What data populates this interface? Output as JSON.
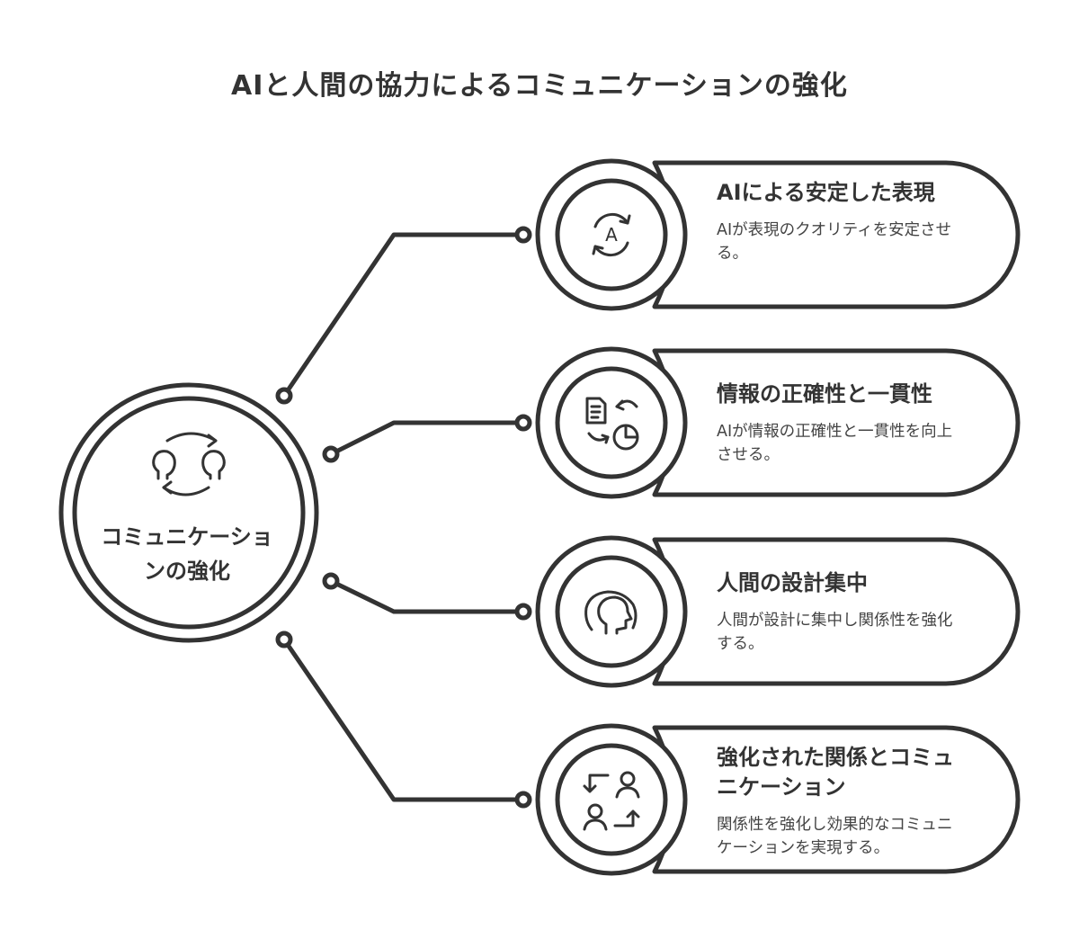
{
  "title": "AIと人間の協力によるコミュニケーションの強化",
  "hub": {
    "label": "コミュニケーションの強化",
    "icon": "two-heads-exchange-icon"
  },
  "items": [
    {
      "title": "AIによる安定した表現",
      "description": "AIが表現のクオリティを安定させる。",
      "icon": "ai-refresh-icon"
    },
    {
      "title": "情報の正確性と一貫性",
      "description": "AIが情報の正確性と一貫性を向上させる。",
      "icon": "document-chart-icon"
    },
    {
      "title": "人間の設計集中",
      "description": "人間が設計に集中し関係性を強化する。",
      "icon": "human-profile-icon"
    },
    {
      "title": "強化された関係とコミュニケーション",
      "description": "関係性を強化し効果的なコミュニケーションを実現する。",
      "icon": "people-exchange-icon"
    }
  ],
  "colors": {
    "stroke": "#333333",
    "fill": "#ffffff"
  }
}
